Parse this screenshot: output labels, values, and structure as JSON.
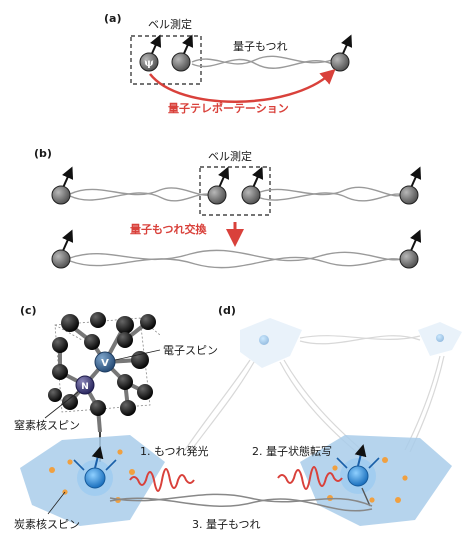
{
  "panel_a": {
    "label": "(a)",
    "bell_measurement": "ベル測定",
    "psi_symbol": "ψ",
    "entanglement": "量子もつれ",
    "teleportation": "量子テレポーテーション"
  },
  "panel_b": {
    "label": "(b)",
    "bell_measurement": "ベル測定",
    "swapping": "量子もつれ交換"
  },
  "panel_c": {
    "label": "(c)",
    "electron_spin": "電子スピン",
    "nitrogen_spin": "窒素核スピン",
    "carbon_spin": "炭素核スピン",
    "atom_v": "V",
    "atom_n": "N"
  },
  "panel_d": {
    "label": "(d)",
    "step1": "1. もつれ発光",
    "step2": "2. 量子状態転写",
    "step3": "3. 量子もつれ"
  },
  "colors": {
    "accent_red": "#d9413b",
    "spin_gray": "#7a7a7a",
    "diamond_blue": "#a9cdea",
    "nv_blue": "#2f86cf"
  }
}
